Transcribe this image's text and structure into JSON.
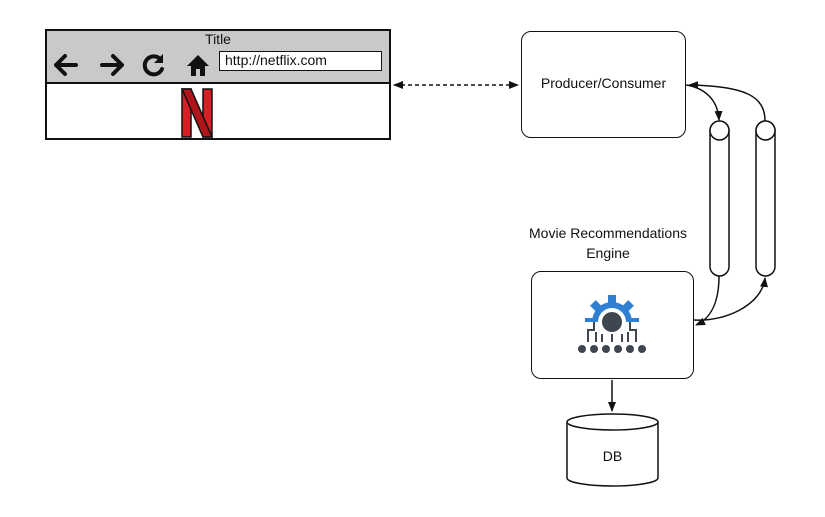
{
  "browser": {
    "title": "Title",
    "url": "http://netflix.com",
    "nav_icons": [
      "back-arrow-icon",
      "forward-arrow-icon",
      "refresh-icon",
      "home-icon"
    ],
    "logo": "netflix-logo"
  },
  "producer": {
    "label": "Producer/Consumer"
  },
  "engine": {
    "caption_line1": "Movie Recommendations",
    "caption_line2": "Engine",
    "icon": "gear-circuit-icon"
  },
  "db": {
    "label": "DB"
  },
  "colors": {
    "stroke": "#111111",
    "browser_bar": "#c9c9c9",
    "netflix_red": "#d81f26",
    "gear_blue": "#2f7fd3",
    "engine_grey": "#3e4650"
  }
}
